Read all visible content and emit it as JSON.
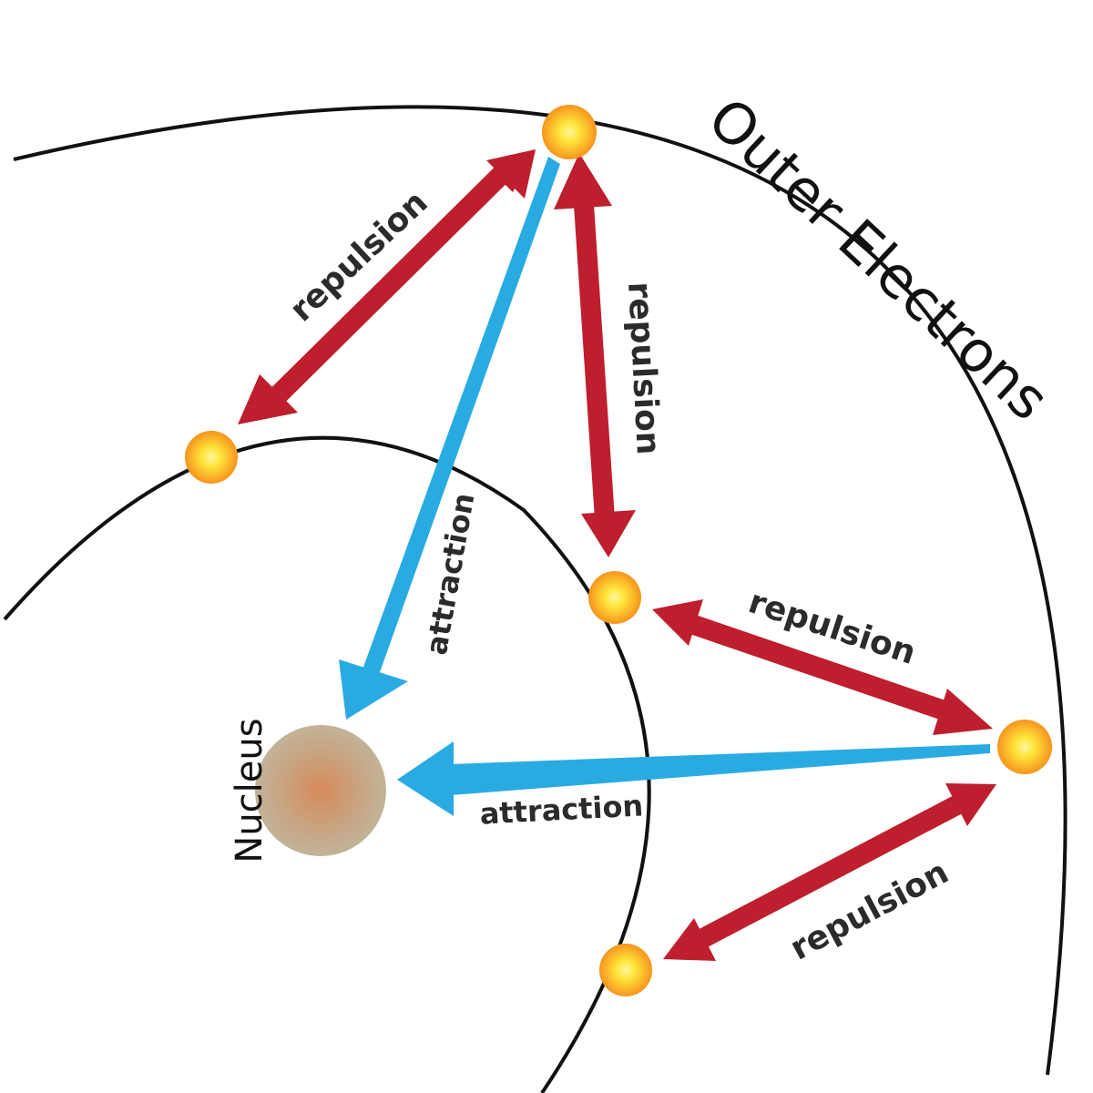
{
  "title": "Outer Electrons",
  "nucleus_label": "Nucleus",
  "labels": {
    "repulsion_top_left": "repulsion",
    "repulsion_vertical": "repulsion",
    "repulsion_mid_right": "repulsion",
    "repulsion_bottom_right": "repulsion",
    "attraction_diagonal": "attraction",
    "attraction_horizontal": "attraction"
  },
  "colors": {
    "repulsion": "#be1e2d",
    "attraction": "#29abe2",
    "orbit": "#111111",
    "electron_core": "#ffe53b",
    "electron_edge": "#f7941d",
    "nucleus_core": "#d4956a",
    "nucleus_edge": "#c2b39a"
  }
}
